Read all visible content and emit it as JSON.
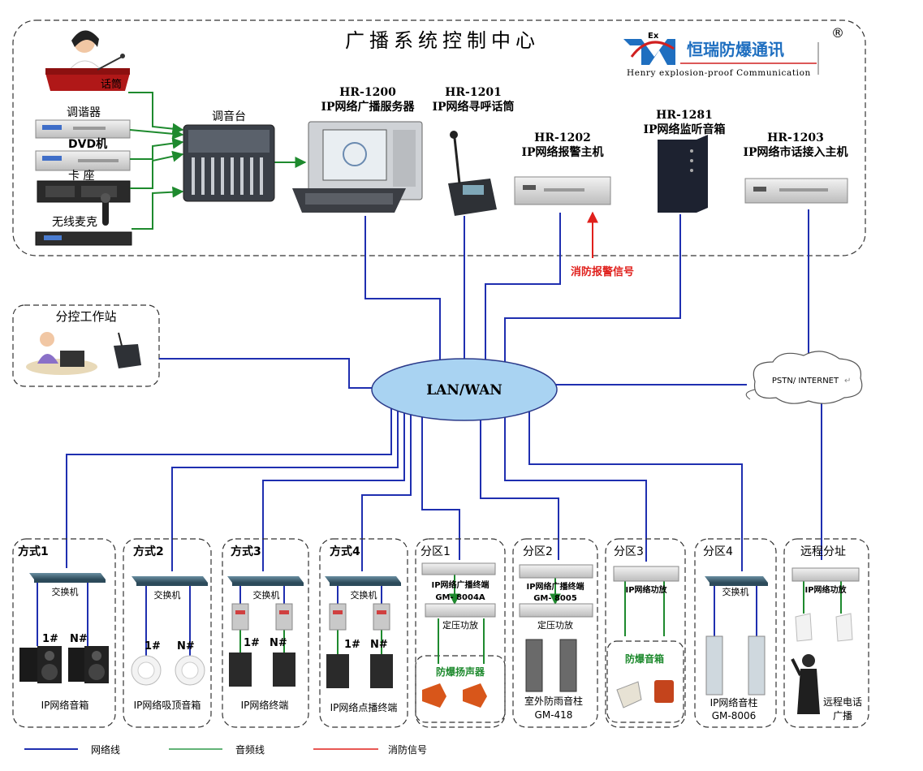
{
  "title": "广播系统控制中心",
  "brand": {
    "ex_mark": "Ex",
    "name": "恒瑞防爆通讯",
    "registered": "®",
    "english": "Henry explosion-proof Communication"
  },
  "sources": [
    "话筒",
    "调谐器",
    "DVD机",
    "卡  座",
    "无线麦克"
  ],
  "mixer": "调音台",
  "devices": [
    {
      "model": "HR-1200",
      "name": "IP网络广播服务器"
    },
    {
      "model": "HR-1201",
      "name": "IP网络寻呼话筒"
    },
    {
      "model": "HR-1202",
      "name": "IP网络报警主机"
    },
    {
      "model": "HR-1281",
      "name": "IP网络监听音箱"
    },
    {
      "model": "HR-1203",
      "name": "IP网络市话接入主机"
    }
  ],
  "fire_signal": "消防报警信号",
  "sub_station": "分控工作站",
  "lan": "LAN/WAN",
  "pstn": "PSTN/ INTERNET",
  "pstn_mark": "↵",
  "zones": [
    {
      "title": "方式1",
      "switch": "交换机",
      "n1": "1#",
      "n2": "N#",
      "caption": "IP网络音箱"
    },
    {
      "title": "方式2",
      "switch": "交换机",
      "n1": "1#",
      "n2": "N#",
      "caption": "IP网络吸顶音箱"
    },
    {
      "title": "方式3",
      "switch": "交换机",
      "n1": "1#",
      "n2": "N#",
      "caption": "IP网络终端"
    },
    {
      "title": "方式4",
      "switch": "交换机",
      "n1": "1#",
      "n2": "N#",
      "caption": "IP网络点播终端"
    },
    {
      "title": "分区1",
      "term": "IP网络广播终端",
      "model": "GM- 8004A",
      "amp": "定压功放",
      "sub": "防爆扬声器"
    },
    {
      "title": "分区2",
      "term": "IP网络广播终端",
      "model": "GM- 8005",
      "amp": "定压功放",
      "caption1": "室外防雨音柱",
      "caption2": "GM-418"
    },
    {
      "title": "分区3",
      "term": "IP网络功放",
      "sub": "防爆音箱"
    },
    {
      "title": "分区4",
      "switch": "交换机",
      "caption1": "IP网络音柱",
      "caption2": "GM-8006"
    },
    {
      "title": "远程分址",
      "term": "IP网络功放",
      "caption1": "远程电话",
      "caption2": "广播"
    }
  ],
  "legend": [
    {
      "label": "网络线",
      "color": "#1f2fb0"
    },
    {
      "label": "音频线",
      "color": "#2e9a4a"
    },
    {
      "label": "消防信号",
      "color": "#e0201c"
    }
  ],
  "colors": {
    "network": "#1f2fb0",
    "audio": "#1e8a2e",
    "fire": "#e0201c",
    "brand": "#1f6fc0",
    "lan_fill": "#a9d3f2"
  }
}
